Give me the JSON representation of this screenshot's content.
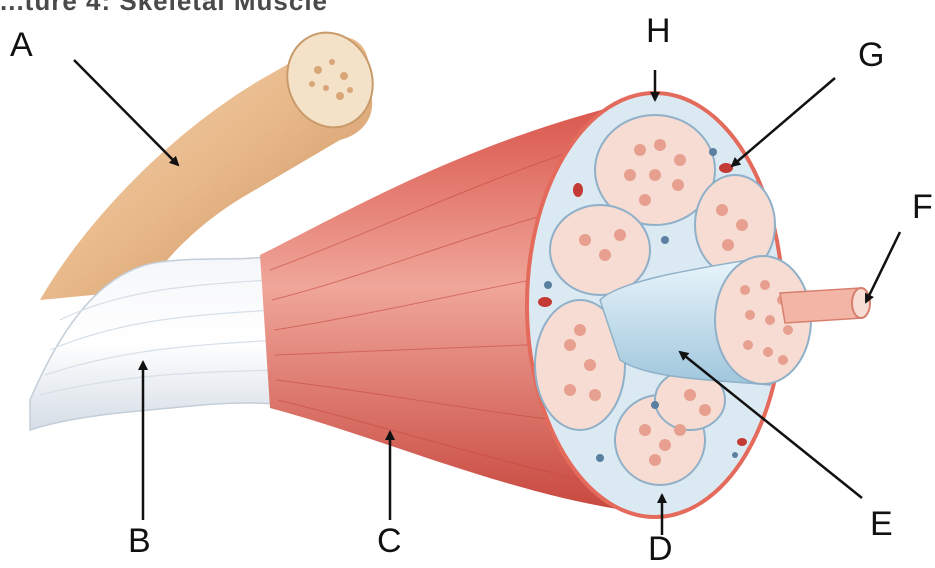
{
  "figure": {
    "partial_heading": "...ture 4: Skeletal Muscle"
  },
  "labels": {
    "A": "A",
    "B": "B",
    "C": "C",
    "D": "D",
    "E": "E",
    "F": "F",
    "G": "G",
    "H": "H"
  },
  "colors": {
    "bone": "#e8b98a",
    "tendon": "#eef2f6",
    "muscle": "#e46a5c",
    "fascicle_fill": "#f6dcd2",
    "fiber": "#e7a08f",
    "connective_tissue": "#dbe9f2",
    "blood_vessel": "#c43a35",
    "nerve": "#cfe6f3"
  }
}
